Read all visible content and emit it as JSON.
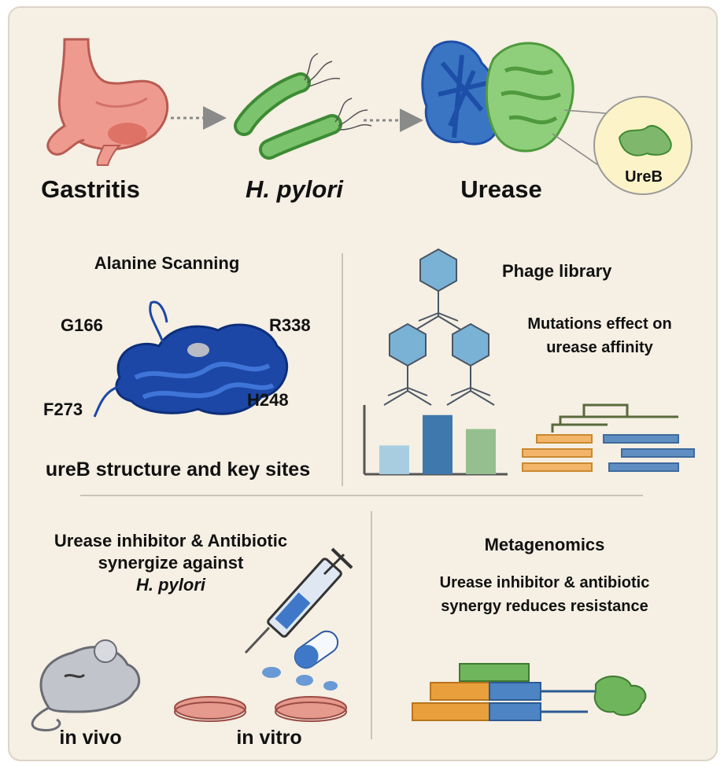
{
  "top": {
    "stomach_label": "Gastritis",
    "bacterium_label": "H. pylori",
    "enzyme_label": "Urease",
    "subunit_label": "UreB"
  },
  "alanine": {
    "title": "Alanine Scanning",
    "sites": [
      "G166",
      "R338",
      "F273",
      "H248"
    ],
    "caption": "ureB structure and key sites"
  },
  "phage": {
    "title": "Phage library",
    "description_line1": "Mutations effect on",
    "description_line2": "urease affinity",
    "bar_values": [
      0.35,
      0.72,
      0.55
    ],
    "bar_colors": [
      "#a8cde0",
      "#3f78ad",
      "#95bf8e"
    ]
  },
  "synergy": {
    "title_line1": "Urease inhibitor & Antibiotic",
    "title_line2": "synergize against",
    "title_line3": "H. pylori",
    "invivo_label": "in vivo",
    "invitro_label": "in vitro"
  },
  "metagenomics": {
    "title": "Metagenomics",
    "description_line1": "Urease inhibitor & antibiotic",
    "description_line2": "synergy reduces resistance"
  },
  "colors": {
    "panel_bg": "#f5efe4",
    "protein_blue": "#1e4fa8",
    "urease_green": "#6aa84f",
    "phage_blue": "#7ab2d6",
    "orange": "#e8a23c",
    "divider": "#c9c3b8"
  }
}
